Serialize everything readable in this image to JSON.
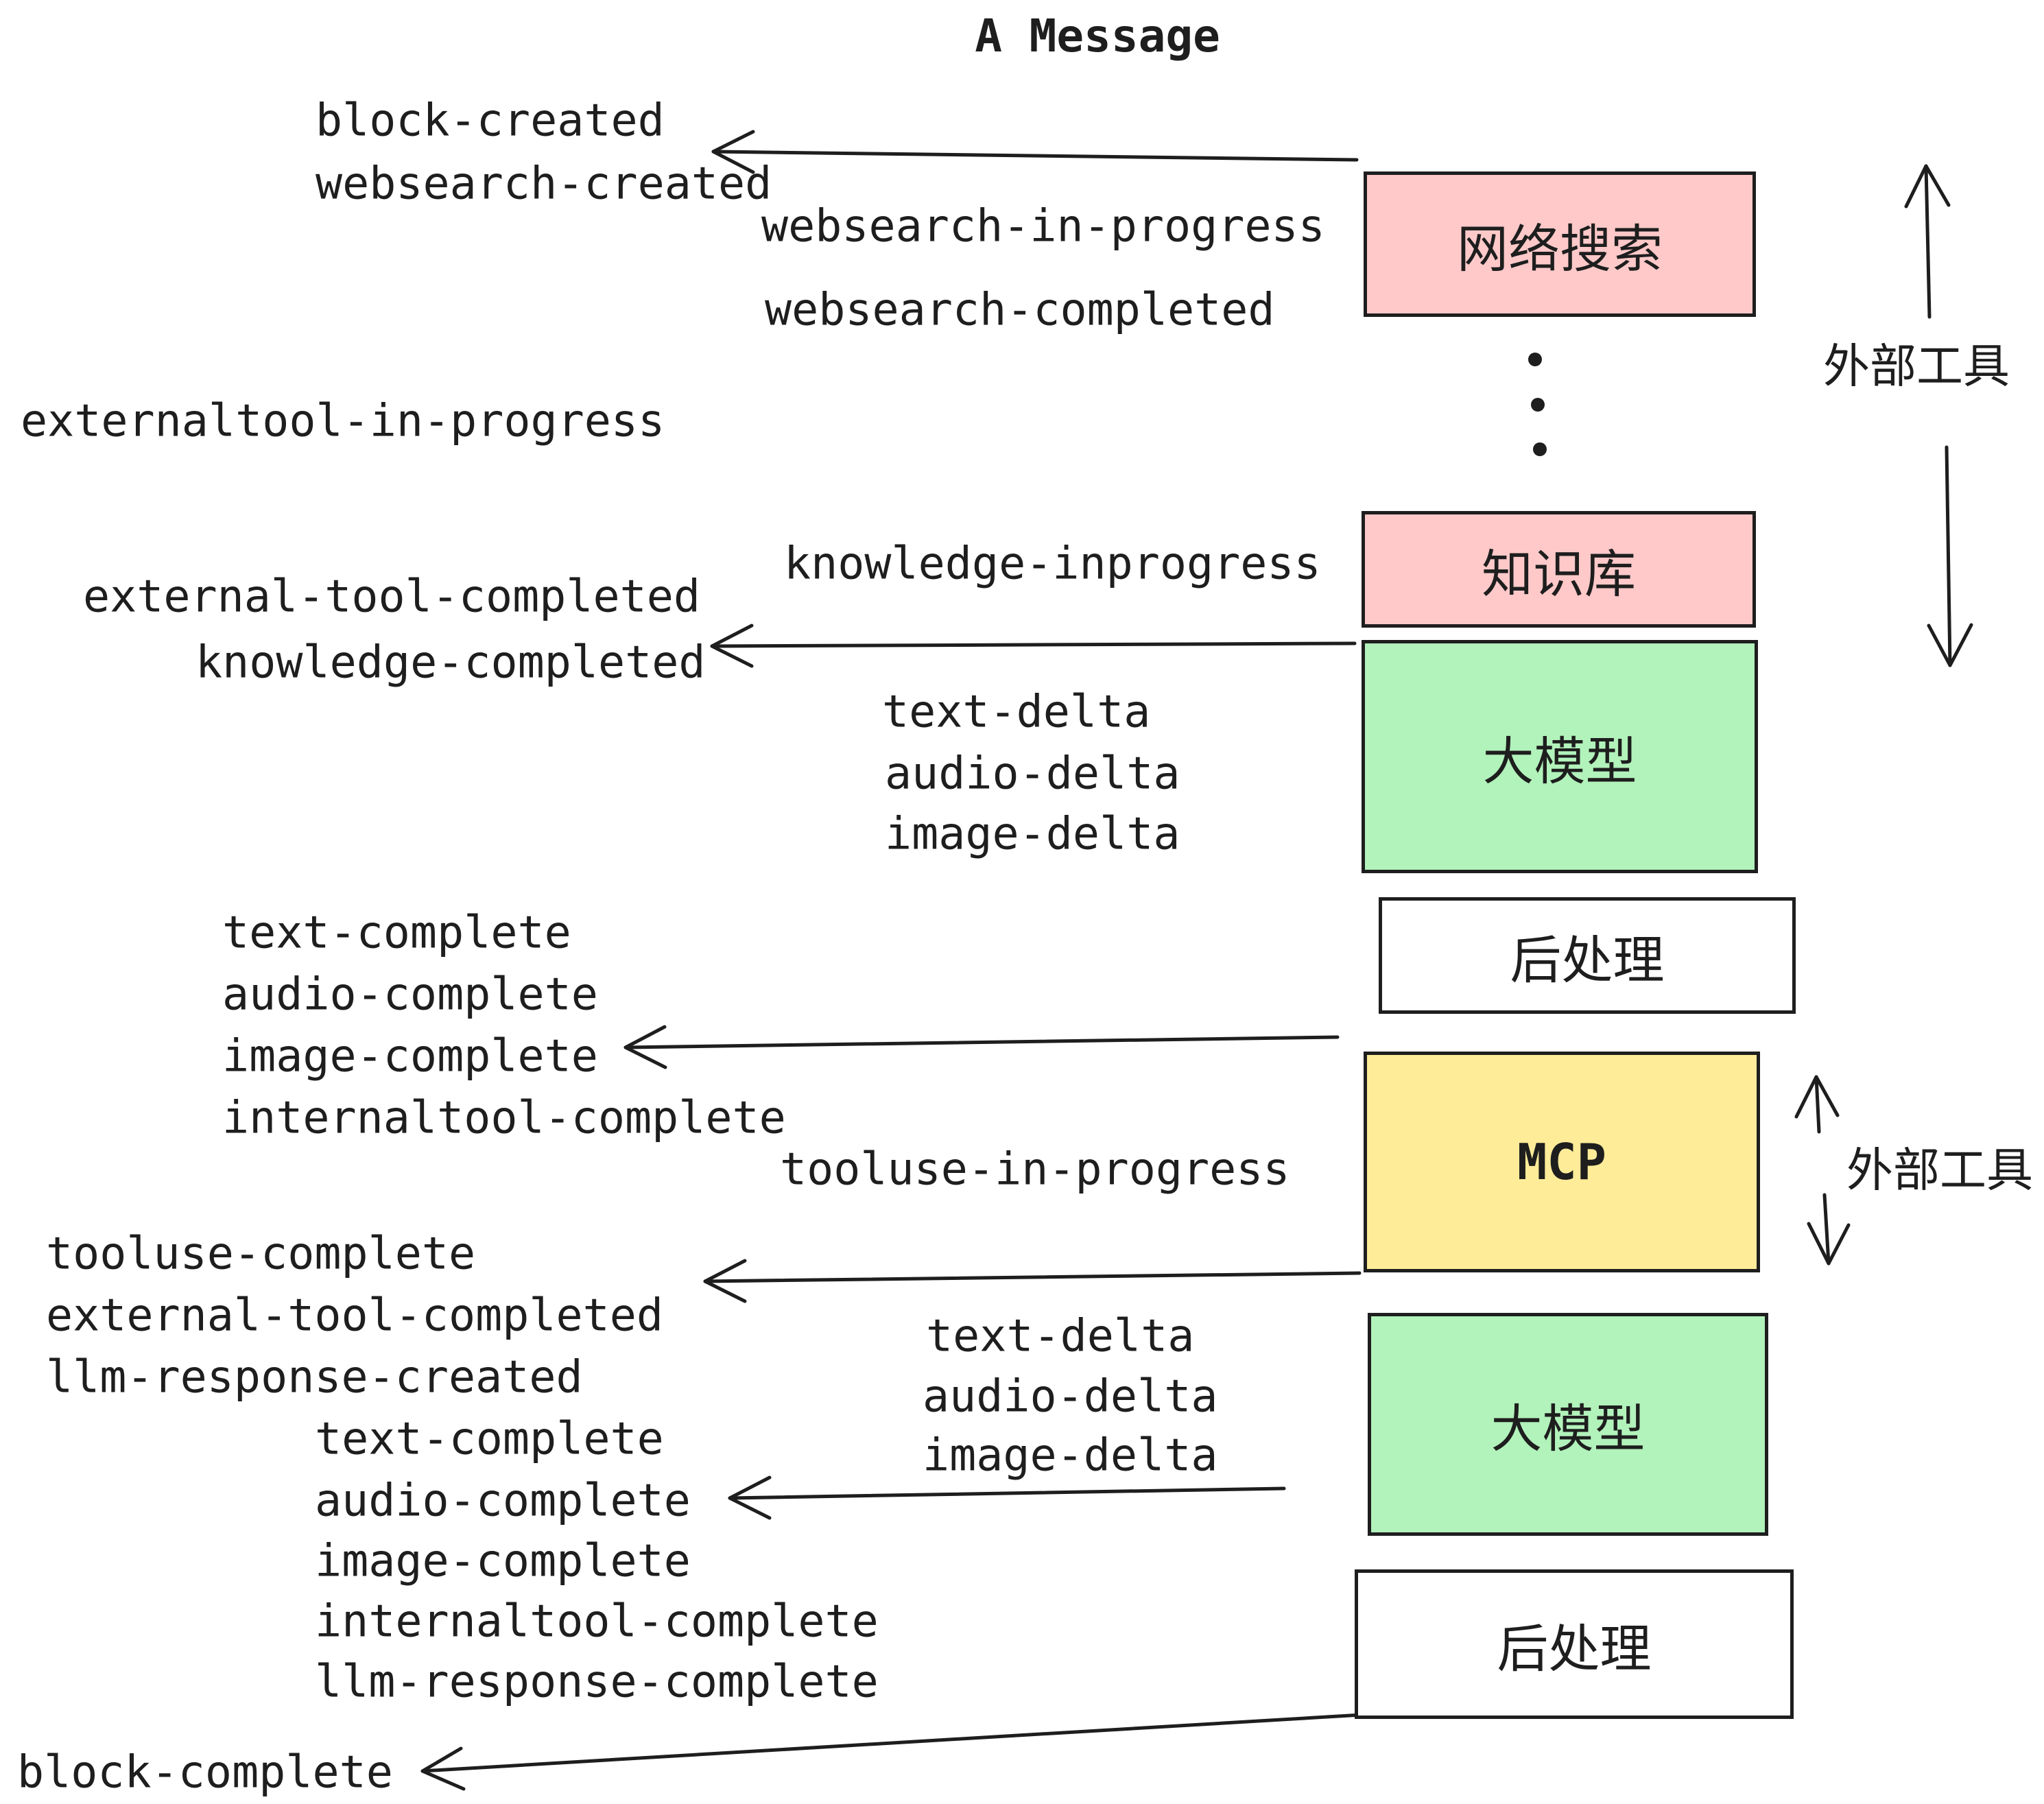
{
  "title": "A Message",
  "colors": {
    "box_pink": "#ffc9c9",
    "box_green": "#b2f2bb",
    "box_yellow": "#ffec99",
    "box_white": "#ffffff",
    "stroke": "#1e1e1e",
    "text": "#1e1e1e",
    "background": "#ffffff"
  },
  "boxes": [
    {
      "label": "网络搜索"
    },
    {
      "label": "知识库"
    },
    {
      "label": "大模型"
    },
    {
      "label": "后处理"
    },
    {
      "label": "MCP"
    },
    {
      "label": "大模型"
    },
    {
      "label": "后处理"
    }
  ],
  "side_labels": [
    {
      "text": "外部工具"
    },
    {
      "text": "外部工具"
    }
  ],
  "events": [
    {
      "text": "block-created"
    },
    {
      "text": "websearch-created"
    },
    {
      "text": "websearch-in-progress"
    },
    {
      "text": "websearch-completed"
    },
    {
      "text": "externaltool-in-progress"
    },
    {
      "text": "knowledge-inprogress"
    },
    {
      "text": "external-tool-completed"
    },
    {
      "text": "knowledge-completed"
    },
    {
      "text": "text-delta"
    },
    {
      "text": "audio-delta"
    },
    {
      "text": "image-delta"
    },
    {
      "text": "text-complete"
    },
    {
      "text": "audio-complete"
    },
    {
      "text": "image-complete"
    },
    {
      "text": "internaltool-complete"
    },
    {
      "text": "tooluse-in-progress"
    },
    {
      "text": "tooluse-complete"
    },
    {
      "text": "external-tool-completed"
    },
    {
      "text": "llm-response-created"
    },
    {
      "text": "text-delta"
    },
    {
      "text": "audio-delta"
    },
    {
      "text": "image-delta"
    },
    {
      "text": "text-complete"
    },
    {
      "text": "audio-complete"
    },
    {
      "text": "image-complete"
    },
    {
      "text": "internaltool-complete"
    },
    {
      "text": "llm-response-complete"
    },
    {
      "text": "block-complete"
    }
  ]
}
